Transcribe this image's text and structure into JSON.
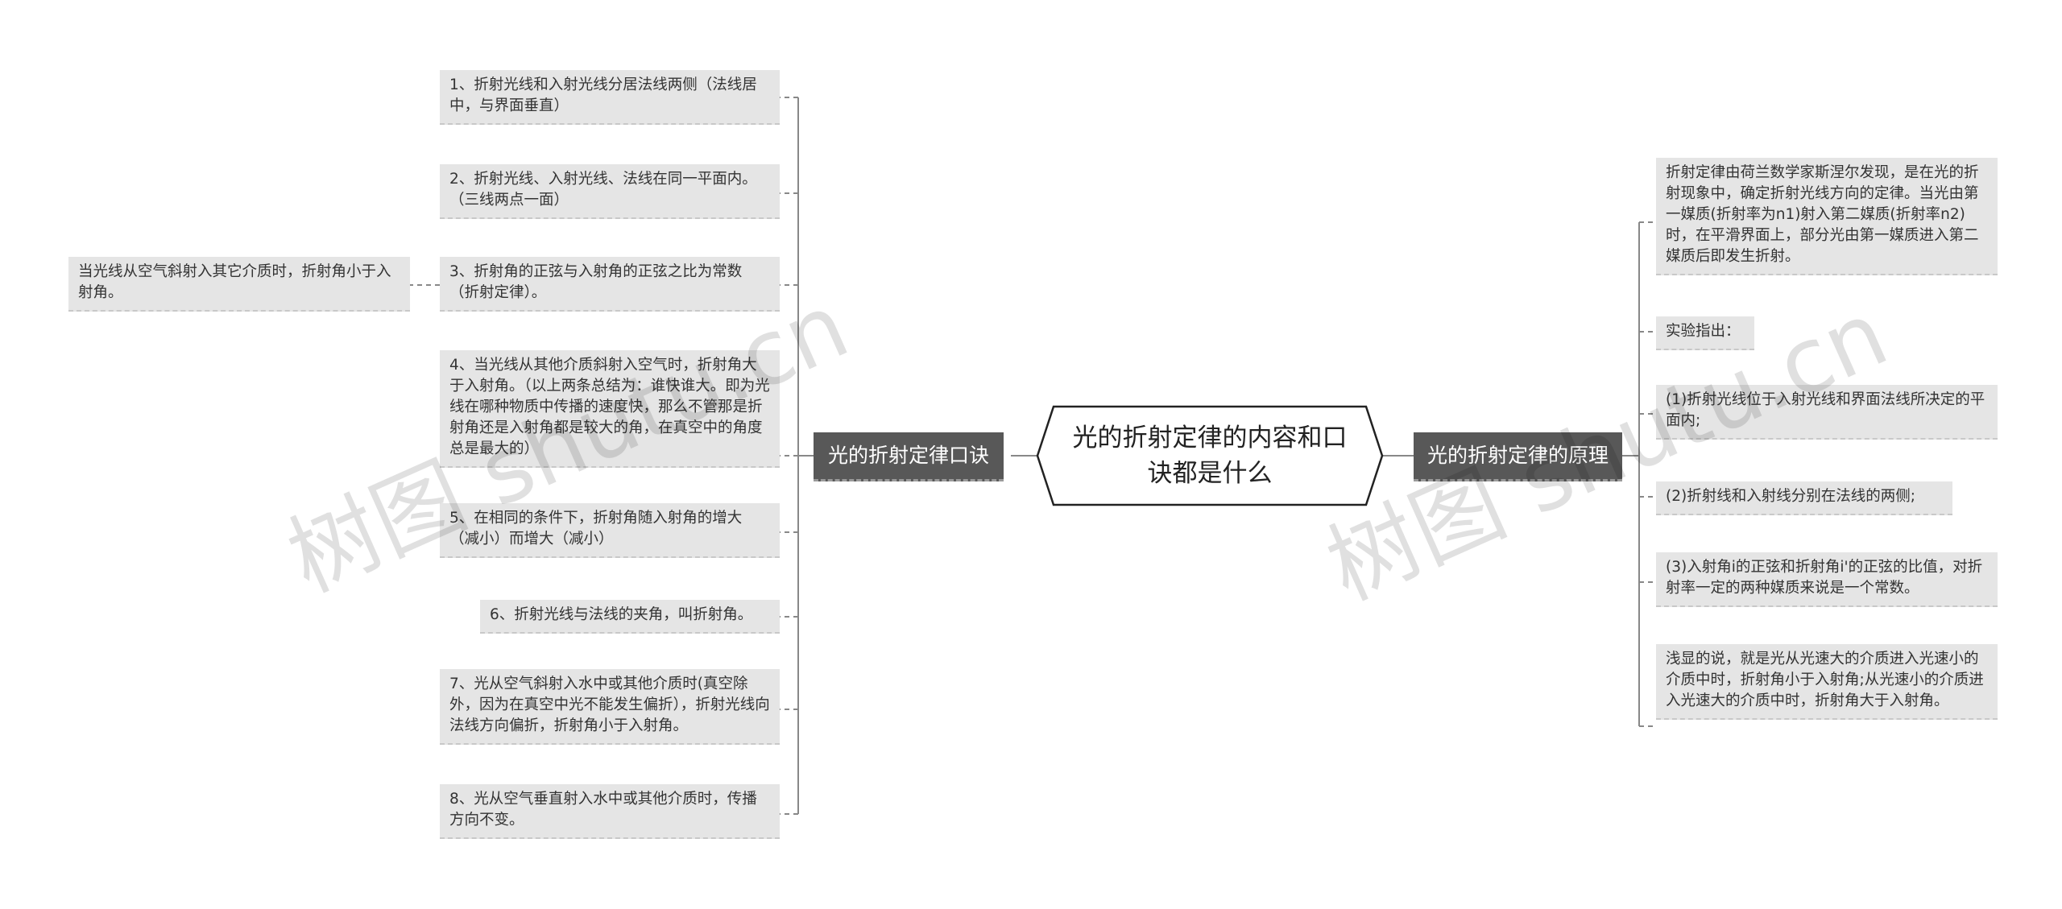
{
  "root": {
    "title": "光的折射定律的内容和口诀都是什么"
  },
  "left_branch": {
    "label": "光的折射定律口诀",
    "items": [
      "1、折射光线和入射光线分居法线两侧（法线居中，与界面垂直）",
      "2、折射光线、入射光线、法线在同一平面内。（三线两点一面）",
      "3、折射角的正弦与入射角的正弦之比为常数（折射定律）。",
      "4、当光线从其他介质斜射入空气时，折射角大于入射角。（以上两条总结为：谁快谁大。即为光线在哪种物质中传播的速度快，那么不管那是折射角还是入射角都是较大的角，在真空中的角度总是最大的）",
      "5、在相同的条件下，折射角随入射角的增大（减小）而增大（减小）",
      "6、折射光线与法线的夹角，叫折射角。",
      "7、光从空气斜射入水中或其他介质时(真空除外，因为在真空中光不能发生偏折），折射光线向法线方向偏折，折射角小于入射角。",
      "8、光从空气垂直射入水中或其他介质时，传播方向不变。"
    ],
    "sub_item": "当光线从空气斜射入其它介质时，折射角小于入射角。"
  },
  "right_branch": {
    "label": "光的折射定律的原理",
    "items": [
      "折射定律由荷兰数学家斯涅尔发现，是在光的折射现象中，确定折射光线方向的定律。当光由第一媒质(折射率为n1)射入第二媒质(折射率n2)时，在平滑界面上，部分光由第一媒质进入第二媒质后即发生折射。",
      "实验指出：",
      "(1)折射光线位于入射光线和界面法线所决定的平面内;",
      "(2)折射线和入射线分别在法线的两侧;",
      "(3)入射角i的正弦和折射角i'的正弦的比值，对折射率一定的两种媒质来说是一个常数。",
      "浅显的说，就是光从光速大的介质进入光速小的介质中时，折射角小于入射角;从光速小的介质进入光速大的介质中时，折射角大于入射角。"
    ]
  },
  "watermarks": [
    "树图 shutu.cn",
    "树图 shutu.cn"
  ],
  "colors": {
    "branch_fill": "#585858",
    "leaf_fill": "#e5e5e5",
    "connector": "#888888",
    "root_border": "#222222"
  }
}
